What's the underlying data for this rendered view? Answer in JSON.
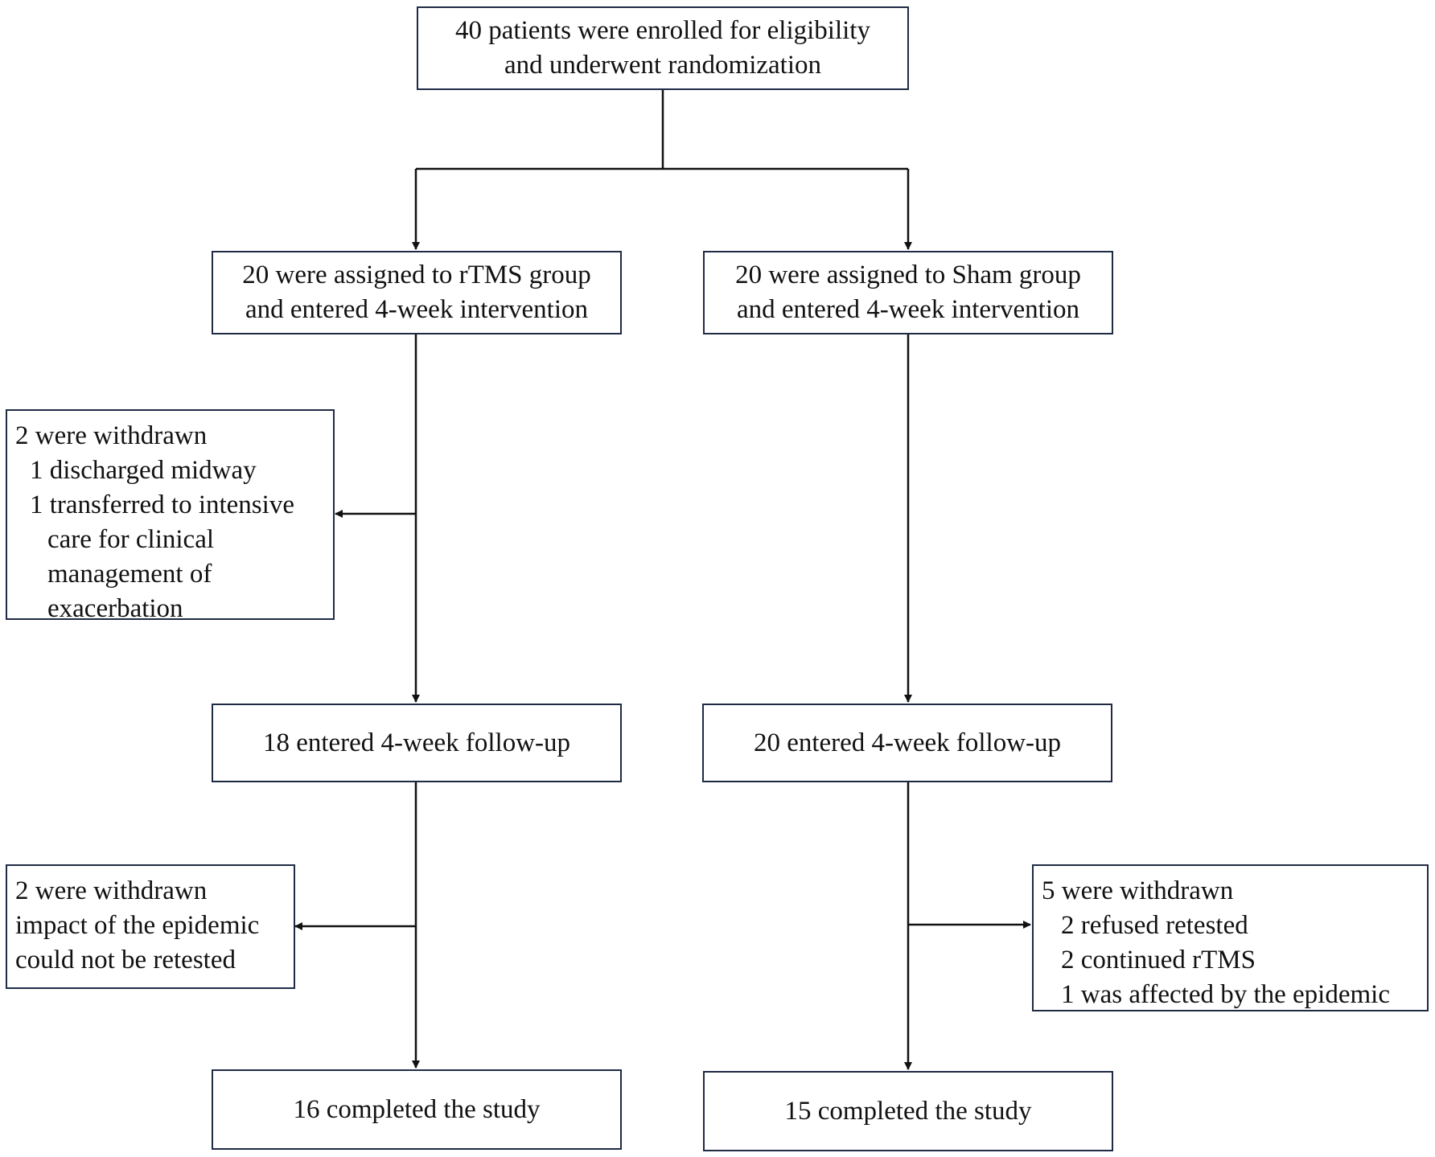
{
  "colors": {
    "border": "#1f2a44",
    "text": "#111111",
    "connector": "#111111"
  },
  "nodes": {
    "enrolled": {
      "lines": [
        "40 patients were enrolled for eligibility",
        "and underwent randomization"
      ]
    },
    "rtms_assigned": {
      "lines": [
        "20 were assigned to rTMS group",
        "and entered 4-week intervention"
      ]
    },
    "sham_assigned": {
      "lines": [
        "20 were assigned to Sham group",
        "and entered 4-week intervention"
      ]
    },
    "rtms_withdrawn_1": {
      "header": "2 were withdrawn",
      "items": [
        "1 discharged midway",
        "1 transferred to intensive"
      ],
      "continuation": [
        "care for clinical",
        "management of",
        "exacerbation"
      ]
    },
    "rtms_followup": {
      "text": "18 entered 4-week follow-up"
    },
    "sham_followup": {
      "text": "20 entered 4-week follow-up"
    },
    "rtms_withdrawn_2": {
      "header": "2 were withdrawn",
      "lines": [
        "impact of the epidemic",
        "could not be retested"
      ]
    },
    "sham_withdrawn": {
      "header": "5 were withdrawn",
      "items": [
        "2 refused  retested",
        "2 continued rTMS",
        "1 was affected by the epidemic"
      ]
    },
    "rtms_completed": {
      "text": "16 completed the study"
    },
    "sham_completed": {
      "text": "15 completed the study"
    }
  }
}
